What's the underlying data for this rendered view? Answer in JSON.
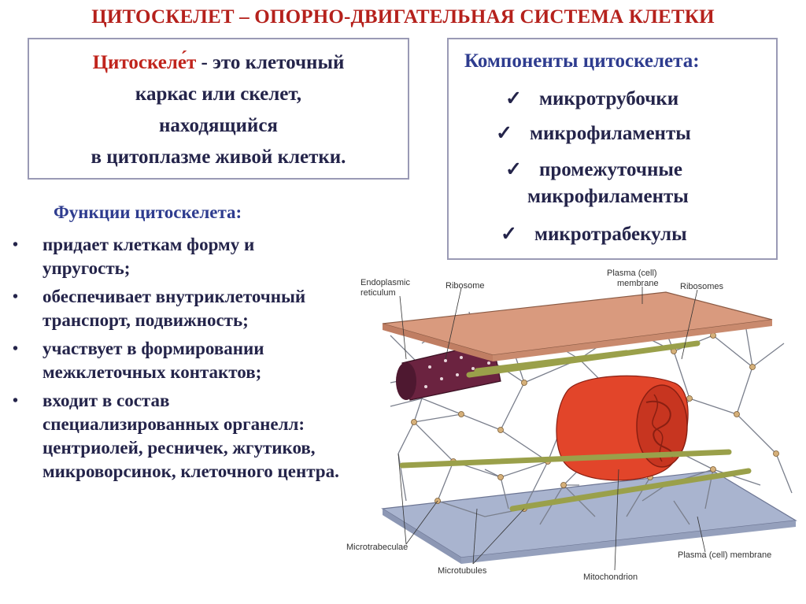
{
  "title": "ЦИТОСКЕЛЕТ – ОПОРНО-ДВИГАТЕЛЬНАЯ СИСТЕМА КЛЕТКИ",
  "definition": {
    "term": "Цитоскеле́т",
    "line1_rest": " - это клеточный",
    "line2": "каркас или скелет,",
    "line3": "находящийся",
    "line4": "в цитоплазме живой клетки."
  },
  "components": {
    "title": "Компоненты цитоскелета:",
    "check": "✓",
    "items": [
      "микротрубочки",
      "микрофиламенты",
      "промежуточные",
      "микротрабекулы"
    ],
    "item3_cont": "микрофиламенты"
  },
  "functions": {
    "title": "Функции цитоскелета:",
    "bullet": "•",
    "items": [
      "придает клеткам форму и упругость;",
      "обеспечивает внутриклеточный транспорт, подвижность;",
      "участвует в формировании межклеточных контактов;",
      "входит в состав специализированных органелл: центриолей, ресничек, жгутиков, микроворсинок, клеточного центра."
    ]
  },
  "figure": {
    "labels": {
      "er_1": "Endoplasmic",
      "er_2": "reticulum",
      "ribosome": "Ribosome",
      "plasma_top_1": "Plasma (cell)",
      "plasma_top_2": "membrane",
      "ribosomes": "Ribosomes",
      "microtrabeculae": "Microtrabeculae",
      "microtubules": "Microtubules",
      "mitochondrion": "Mitochondrion",
      "plasma_bottom": "Plasma (cell) membrane"
    },
    "colors": {
      "top_membrane": "#d99a7e",
      "bottom_membrane": "#a9b4cf",
      "er": "#6b2340",
      "mitochondrion": "#e2452a",
      "microtubule": "#9aa04a",
      "mesh": "#7a7f8c"
    }
  }
}
